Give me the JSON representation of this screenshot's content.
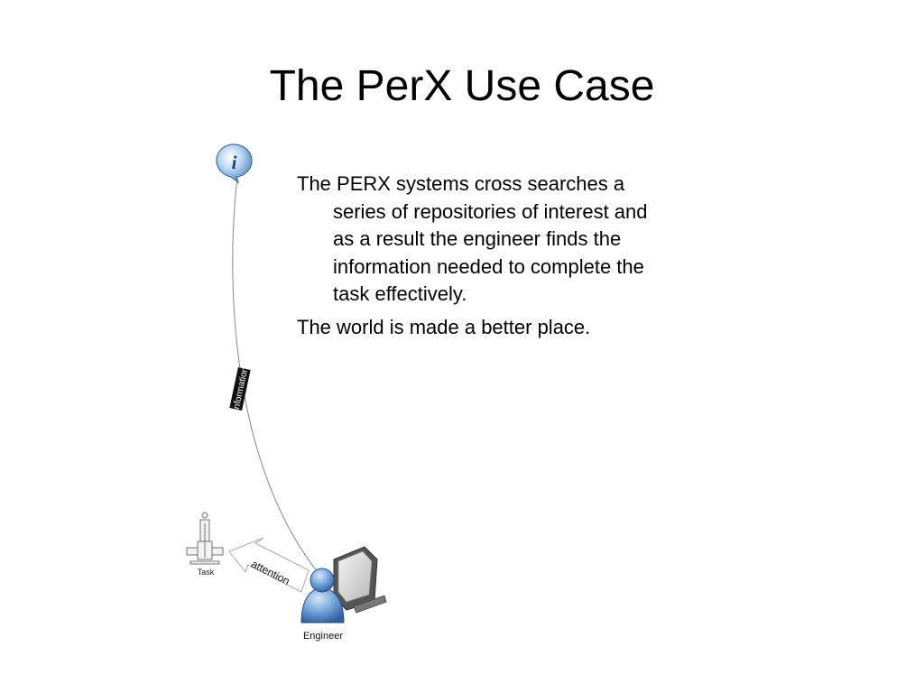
{
  "slide": {
    "title": "The PerX Use Case",
    "bullets": [
      "The PERX systems cross searches a series of repositories of interest and as a result the engineer finds the information needed to complete the task effectively.",
      "The world is made a better place."
    ]
  },
  "diagram": {
    "nodes": {
      "info_label": "i",
      "task_label": "Task",
      "engineer_label": "Engineer"
    },
    "edges": {
      "information_label": "information",
      "attention_label": "attention"
    }
  }
}
